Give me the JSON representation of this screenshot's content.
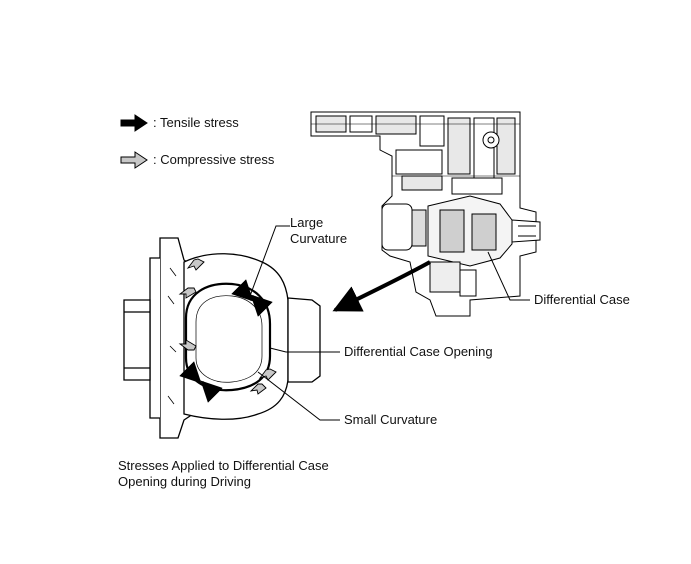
{
  "legend": {
    "tensile": ": Tensile stress",
    "compressive": ": Compressive stress"
  },
  "labels": {
    "large_curvature": "Large Curvature",
    "differential_case": "Differential Case",
    "case_opening": "Differential Case Opening",
    "small_curvature": "Small Curvature"
  },
  "caption": "Stresses Applied to Differential Case Opening during Driving",
  "colors": {
    "tensile_arrow": "#000000",
    "compressive_arrow": "#bdbdbd",
    "line": "#000000"
  }
}
